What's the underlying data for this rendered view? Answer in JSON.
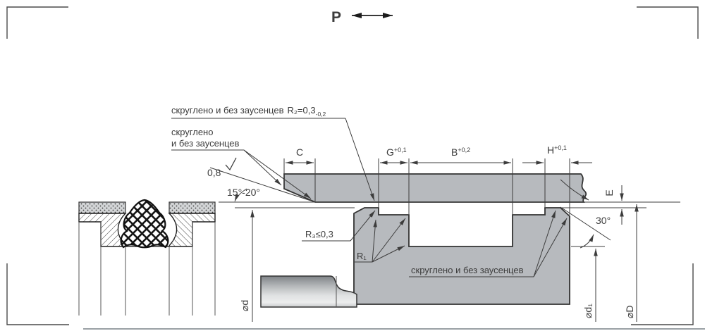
{
  "pressure": {
    "label": "P"
  },
  "notes": {
    "r2_note": "скруглено и без заусенцев",
    "r2_value": "R₂=0,3",
    "r2_tol": "-0,2",
    "rounded_line1": "скруглено",
    "rounded_line2": "и без заусенцев",
    "bottom_note": "скруглено и без заусенцев",
    "r3_label": "R₃≤0,3",
    "r1_label": "R₁",
    "roughness": "0,8"
  },
  "dimensions": {
    "c": "C",
    "g": "G",
    "g_tol": "+0,1",
    "b": "B",
    "b_tol": "+0,2",
    "h": "H",
    "h_tol": "+0,1",
    "e": "E",
    "angle_chamfer": "15°-20°",
    "angle_groove": "30°",
    "dia_rod": "⌀d",
    "dia_groove": "⌀d₁",
    "dia_bore": "⌀D"
  },
  "colors": {
    "part_gray": "#b7babe",
    "line": "#3c3c3c"
  }
}
